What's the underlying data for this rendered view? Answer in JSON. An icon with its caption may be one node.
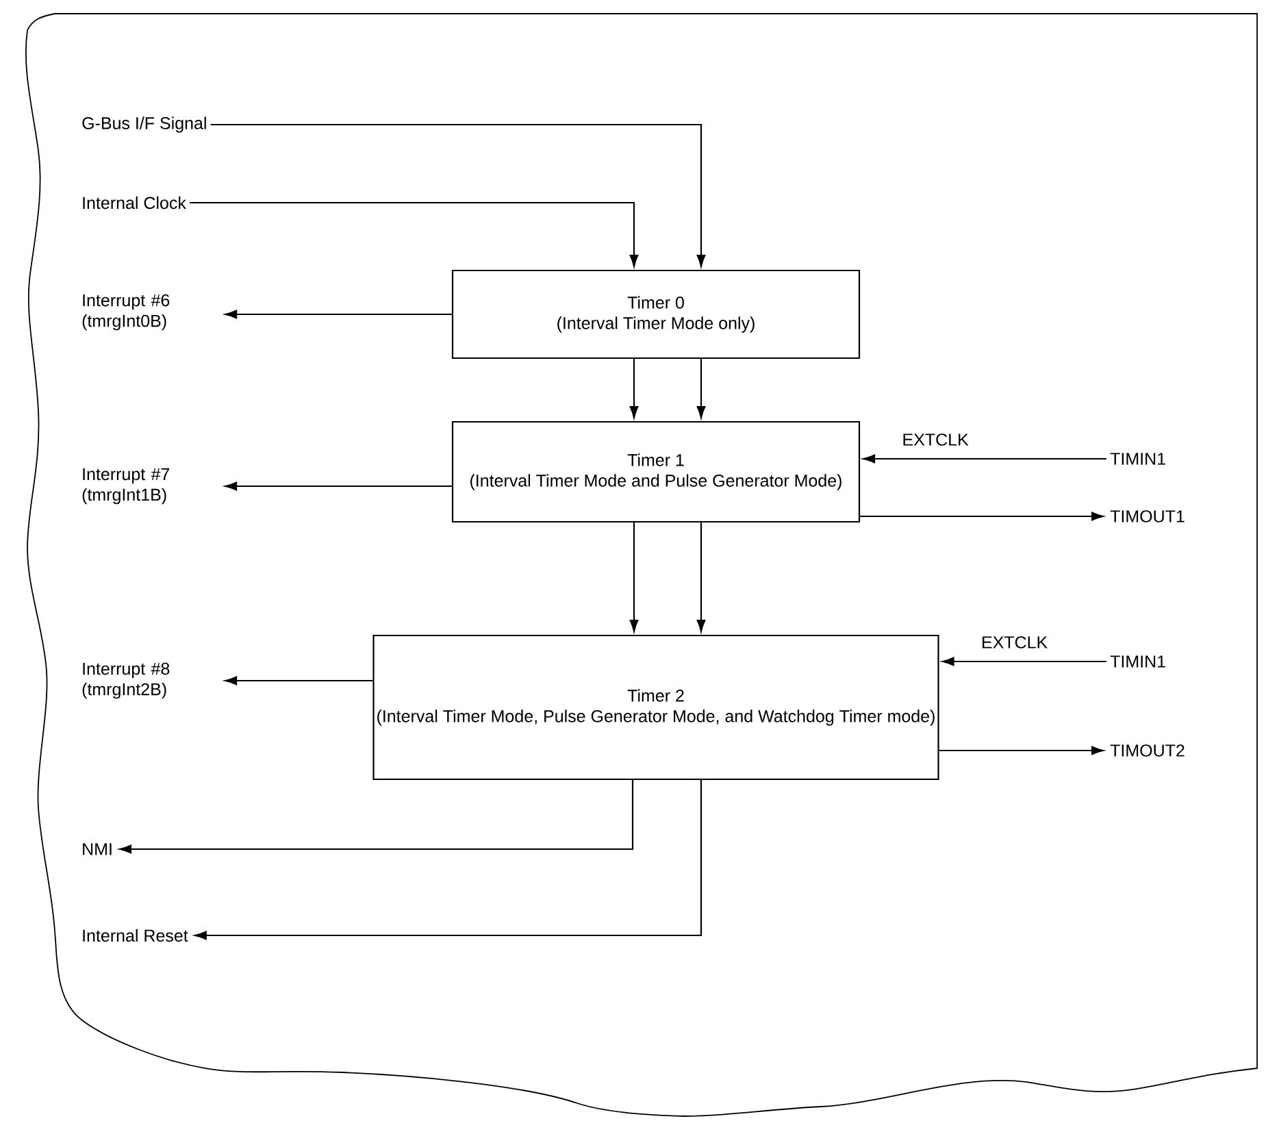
{
  "diagram": {
    "nodes": [
      {
        "text": [
          "G-Bus I/F Signal"
        ]
      },
      {
        "text": [
          "Internal Clock"
        ]
      },
      {
        "text": [
          "Interrupt #6 (tmrgInt0B)"
        ]
      },
      {
        "text": [
          "Timer 0",
          "(Interval Timer Mode only)"
        ]
      },
      {
        "text": [
          "Interrupt #7 (tmrgInt1B)"
        ]
      },
      {
        "text": [
          "Timer 1",
          "(Interval Timer Mode and Pulse Generator Mode)"
        ]
      },
      {
        "text": [
          "TIMIN1"
        ]
      },
      {
        "text": [
          "TIMOUT1"
        ]
      },
      {
        "text": [
          "Interrupt #8 (tmrgInt2B)"
        ]
      },
      {
        "text": [
          "Timer 2",
          "(Interval Timer Mode, Pulse Generator Mode, and Watchdog Timer mode)"
        ]
      },
      {
        "text": [
          "TIMIN1"
        ]
      },
      {
        "text": [
          "TIMOUT2"
        ]
      },
      {
        "text": [
          "NMI"
        ]
      },
      {
        "text": [
          "Internal Reset"
        ]
      }
    ],
    "edges": [
      {
        "from": 0,
        "to": 3,
        "arrow": "to"
      },
      {
        "from": 1,
        "to": 3,
        "arrow": "to"
      },
      {
        "from": 3,
        "to": 2,
        "arrow": "to"
      },
      {
        "from": 3,
        "to": 5,
        "arrow": "to"
      },
      {
        "from": 3,
        "to": 5,
        "arrow": "to"
      },
      {
        "from": 5,
        "to": 4,
        "arrow": "to"
      },
      {
        "from": 6,
        "to": 5,
        "arrow": "to",
        "label": "EXTCLK"
      },
      {
        "from": 5,
        "to": 7,
        "arrow": "to"
      },
      {
        "from": 5,
        "to": 9,
        "arrow": "to"
      },
      {
        "from": 5,
        "to": 9,
        "arrow": "to"
      },
      {
        "from": 9,
        "to": 8,
        "arrow": "to"
      },
      {
        "from": 10,
        "to": 9,
        "arrow": "to",
        "label": "EXTCLK"
      },
      {
        "from": 9,
        "to": 11,
        "arrow": "to"
      },
      {
        "from": 9,
        "to": 12,
        "arrow": "to"
      },
      {
        "from": 9,
        "to": 13,
        "arrow": "to"
      }
    ]
  }
}
